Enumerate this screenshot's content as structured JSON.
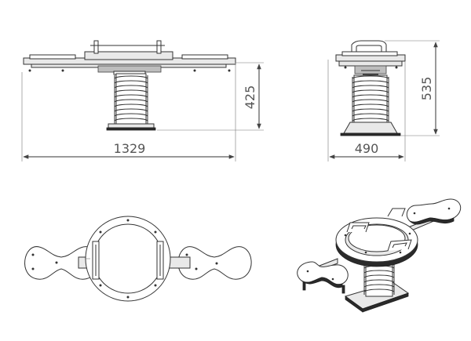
{
  "drawing": {
    "dimensions": {
      "front_width": "1329",
      "front_height": "425",
      "side_width": "490",
      "side_height": "535"
    },
    "views": [
      "front-elevation",
      "side-elevation",
      "top-plan",
      "isometric"
    ]
  }
}
